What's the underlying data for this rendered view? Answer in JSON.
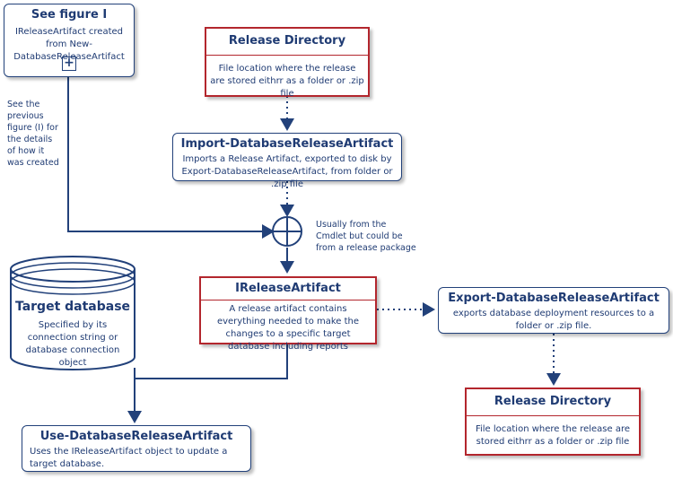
{
  "see_figure": {
    "title": "See figure I",
    "text": "IReleaseArtifact  created from New-DatabaseReleaseArtifact",
    "expand_icon": "plus-icon"
  },
  "see_previous_note": "See the previous figure (I) for the details of how it was created",
  "release_dir_top": {
    "title": "Release Directory",
    "text": "File location where the release  are stored eithrr as  a folder or .zip file"
  },
  "import_box": {
    "title": "Import-DatabaseReleaseArtifact",
    "text": "Imports a Release Artifact, exported to disk by Export-DatabaseReleaseArtifact, from folder or .zip file"
  },
  "junction_note": "Usually from the Cmdlet but could be from a release package",
  "ireleaseartifact": {
    "title": "IReleaseArtifact",
    "text": "A release artifact contains everything needed to make the changes to a specific target database including reports"
  },
  "export_box": {
    "title": "Export-DatabaseReleaseArtifact",
    "text": "exports database deployment resources  to a folder or .zip file."
  },
  "release_dir_bottom": {
    "title": "Release Directory",
    "text": "File location where the release  are stored eithrr as  a folder or .zip file"
  },
  "target_db": {
    "title": "Target database",
    "text": "Specified by its connection string or database connection object"
  },
  "use_box": {
    "title": "Use-DatabaseReleaseArtifact",
    "text": "Uses the IReleaseArtifact object  to update a target database."
  },
  "colors": {
    "blue": "#22417a",
    "red": "#b3262d"
  }
}
